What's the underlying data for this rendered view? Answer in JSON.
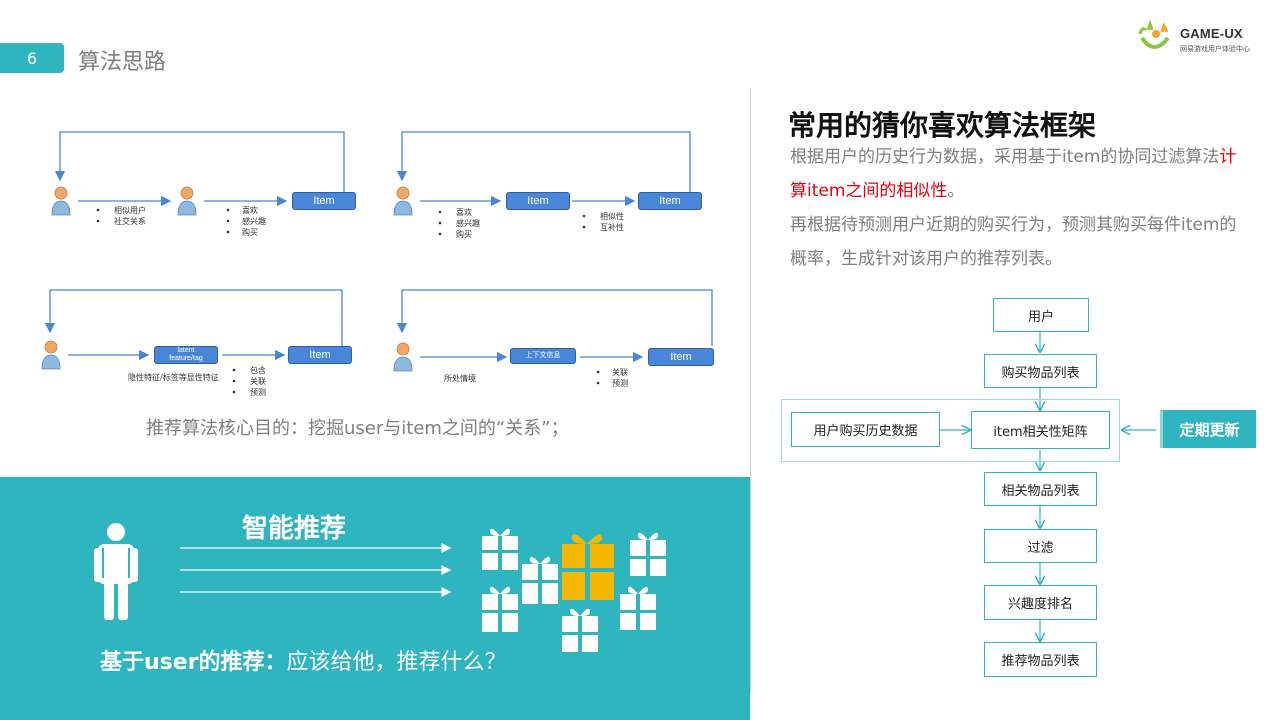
{
  "header": {
    "slide_number": "6",
    "section_title": "算法思路",
    "logo_text": "GAME-UX",
    "logo_subtitle": "网易游戏用户体验中心"
  },
  "diagrams": {
    "d1": {
      "labels1": [
        "相似用户",
        "社交关系"
      ],
      "labels2": [
        "喜欢",
        "感兴趣",
        "购买"
      ],
      "item": "Item"
    },
    "d2": {
      "labels1": [
        "喜欢",
        "感兴趣",
        "购买"
      ],
      "labels2": [
        "相似性",
        "互补性"
      ],
      "item1": "Item",
      "item2": "Item"
    },
    "d3": {
      "latent_line1": "latent",
      "latent_line2": "feature/tag",
      "labels1": [
        "隐性特征/标签等显性特征"
      ],
      "labels2": [
        "包含",
        "关联",
        "预测"
      ],
      "item": "Item"
    },
    "d4": {
      "context": "上下文信息",
      "labels1": [
        "所处情境"
      ],
      "labels2": [
        "关联",
        "预测"
      ],
      "item": "Item"
    }
  },
  "core_goal": "推荐算法核心目的：挖掘user与item之间的“关系”；",
  "smart": {
    "title": "智能推荐",
    "question_bold": "基于user的推荐：",
    "question_rest": "应该给他，推荐什么？"
  },
  "right": {
    "title": "常用的猜你喜欢算法框架",
    "desc_part1": "根据用户的历史行为数据，采用基于item的协同过滤算法",
    "desc_red": "计算item之间的相似性",
    "desc_part2": "。",
    "desc_part3": "再根据待预测用户近期的购买行为，预测其购买每件item的概率，生成针对该用户的推荐列表。"
  },
  "flow": {
    "user": "用户",
    "purchase_list": "购买物品列表",
    "history": "用户购买历史数据",
    "matrix": "item相关性矩阵",
    "related_list": "相关物品列表",
    "filter": "过滤",
    "ranking": "兴趣度排名",
    "recommend_list": "推荐物品列表",
    "periodic_update": "定期更新"
  },
  "colors": {
    "teal": "#2fb5c0",
    "item_blue": "#4a86d8",
    "gift_gold": "#f5b800",
    "highlight_red": "#e60012"
  }
}
